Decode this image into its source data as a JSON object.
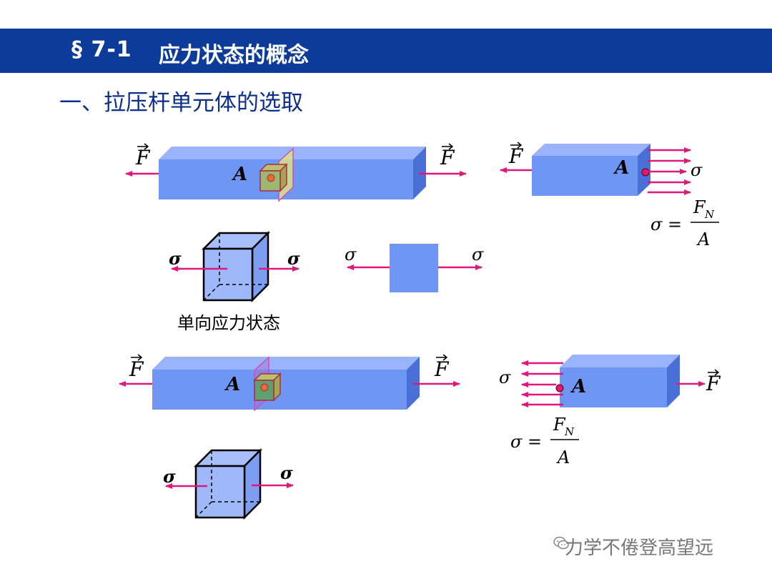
{
  "header": {
    "section": "§ 7-1",
    "title": "应力状态的概念"
  },
  "subtitle": "一、拉压杆单元体的选取",
  "labels": {
    "force": "F",
    "sigma": "σ",
    "area": "A",
    "formula_lhs": "σ =",
    "formula_num": "F",
    "formula_sub": "N",
    "formula_den": "A"
  },
  "caption": "单向应力状态",
  "watermark": "力学不倦登高望远",
  "colors": {
    "header": "#0d3b9a",
    "subtitle": "#0d2f8c",
    "bar": "#6f96f3",
    "arrow": "#e0187a"
  }
}
